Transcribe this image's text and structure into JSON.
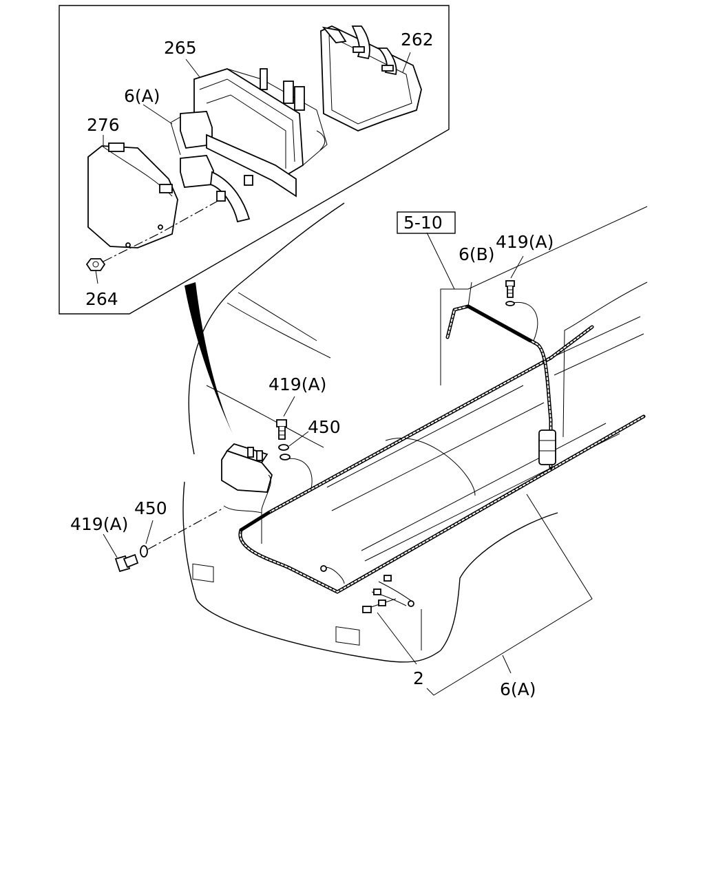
{
  "inset": {
    "labels": {
      "p265": "265",
      "p262": "262",
      "p6a": "6(A)",
      "p276": "276",
      "p264": "264"
    }
  },
  "main": {
    "labels": {
      "ref510": "5-10",
      "p6b": "6(B)",
      "p419a_top": "419(A)",
      "p419a_mid": "419(A)",
      "p450_mid": "450",
      "p419a_left": "419(A)",
      "p450_left": "450",
      "p2": "2",
      "p6a_bottom": "6(A)"
    }
  }
}
